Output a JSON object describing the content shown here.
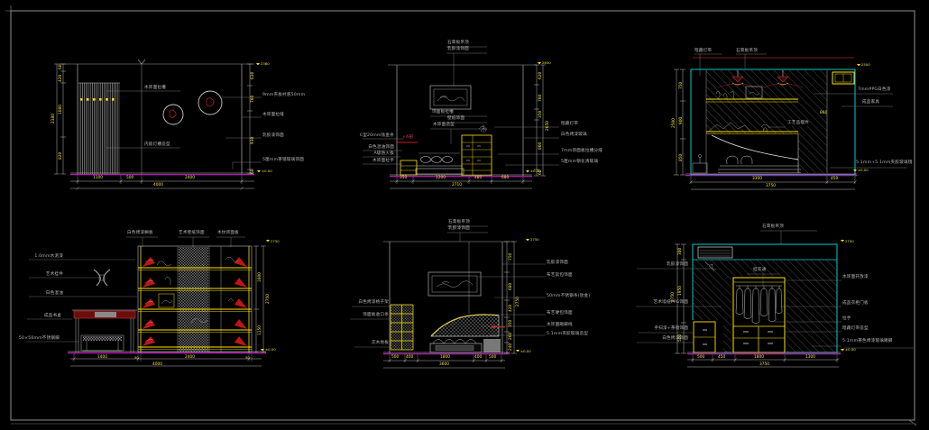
{
  "sheet": {
    "background": "#000000",
    "border_color": "#8f8f8f",
    "colors": {
      "line": "#c8c8c8",
      "dim_text": "#f2e23c",
      "label_text": "#b9b9b9",
      "accent_yellow": "#ffe400",
      "floor_magenta": "#b517b5",
      "accent_red": "#cc2020",
      "accent_cyan": "#00cccc"
    }
  },
  "p1": {
    "inner_labels": [
      "木饰面拉槽",
      "内嵌灯槽造型"
    ],
    "right_labels": [
      "9mm夹板衬底50mm",
      "木饰面拉缝",
      "乳胶漆饰面",
      "5厘mm茶镜玻璃饰面"
    ],
    "dims_left": [
      "60",
      "420",
      "1080",
      "820"
    ],
    "dim_left_total": "2380",
    "dims_right": [
      "630",
      "760",
      "930",
      "60"
    ],
    "dims_bottom": [
      "1100",
      "500",
      "2400"
    ],
    "dim_bottom_total": "4000",
    "corner_mark": "2380",
    "level_mark": "±0.00"
  },
  "p2": {
    "top_labels": [
      "石膏板吊顶",
      "乳胶漆饰面"
    ],
    "mid_labels": [
      "饰面板拉槽",
      "壁纸饰面",
      "木饰面造型"
    ],
    "left_labels": [
      "C型20mm钛金条",
      "白色混油饰面",
      "A级防火板",
      "木饰面拉手"
    ],
    "red_label": "+A剖",
    "right_labels": [
      "暗藏灯带",
      "白色烤漆玻璃",
      "7mm饰面板拉槽分缝",
      "5厘mm钢化清玻璃"
    ],
    "dims_right": [
      "620",
      "760",
      "350",
      "860",
      "60"
    ],
    "dim_right_total": "2650",
    "dims_bottom": [
      "350",
      "1200",
      "480",
      "680"
    ],
    "dim_bottom_total": "2710",
    "corner_mark": "2650",
    "level_mark": "±0.00"
  },
  "p3": {
    "top_labels": [
      "暗藏灯带",
      "石膏板吊顶"
    ],
    "inner_label": "工艺品摆件",
    "right_labels": [
      "7mmPPG白色漆",
      "成品家具",
      "5.1mm+5.1mm夹胶玻璃镜"
    ],
    "dims_left": [
      "750",
      "900",
      "850"
    ],
    "dim_left_total": "2500",
    "dim_inner": "860",
    "dims_bottom": [
      "3300",
      "450"
    ],
    "dim_bottom_total": "3750",
    "corner_mark": "2500",
    "level_mark": "±0.00"
  },
  "p4": {
    "top_labels": [
      "白色烤漆搁板",
      "艺术壁纸饰面",
      "木纹饰面板"
    ],
    "left_labels": [
      "1.0mm水泥漆",
      "艺术挂件",
      "白色混油",
      "成品书桌",
      "50×50mm不锈钢脚"
    ],
    "dims_right": [
      "1600",
      "1150"
    ],
    "dim_right_total": "2750",
    "dims_bottom": [
      "1400",
      "50",
      "2400",
      "50"
    ],
    "dim_bottom_total": "4000",
    "corner_mark": "2750",
    "level_mark": "±0.00"
  },
  "p5": {
    "top_labels": [
      "石膏板吊顶",
      "乳胶漆饰面"
    ],
    "left_labels": [
      "白色烤漆格子架",
      "饰面板收口条",
      "实木地板"
    ],
    "right_labels": [
      "乳胶漆饰面",
      "布艺软包饰面",
      "50mm不锈钢条(钛金)",
      "布艺硬包饰面",
      "木饰面踢脚线",
      "5.1mm夹胶玻璃造型"
    ],
    "dims_right": [
      "750",
      "680",
      "420",
      "350",
      "260",
      "240"
    ],
    "dim_right_total": "2750",
    "dims_bottom": [
      "500",
      "400",
      "1800",
      "400",
      "500"
    ],
    "dim_bottom_total": "3600",
    "corner_mark": "2750",
    "level_mark": "±0.00"
  },
  "p6": {
    "top_label": "石膏板吊顶",
    "inner_label": "挂衣通",
    "left_labels": [
      "乳胶漆饰面",
      "艺术墙纸PPG饰面",
      "手扫漆+茶镜饰面",
      "白色烤漆饰面"
    ],
    "right_labels": [
      "木饰面开放漆",
      "成品衣柜门板",
      "拉手",
      "暗藏灯带造型",
      "5.1mm茶色烤漆玻璃踢脚"
    ],
    "dims_left": [
      "300",
      "1950",
      "500"
    ],
    "dim_left_total": "2750",
    "dims_bottom": [
      "500",
      "450",
      "1800",
      "1300"
    ],
    "dim_bottom_total": "3750",
    "corner_mark": "2750",
    "level_mark": "±0.00"
  }
}
